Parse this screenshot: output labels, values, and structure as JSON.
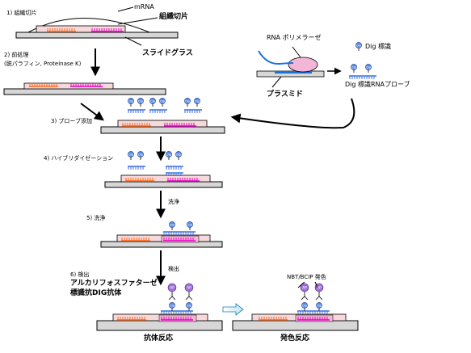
{
  "labels": {
    "step1": "1) 組織切片",
    "mrna": "mRNA",
    "tissue_section": "組織切片",
    "slide_glass": "スライドグラス",
    "step2_line1": "2) 前処理",
    "step2_line2": "(脱パラフィン, Proteinase K)",
    "step3": "3) プローブ添加",
    "step4": "4) ハイブリダイゼーション",
    "wash_arrow": "洗浄",
    "step5": "5) 洗浄",
    "step6": "6) 検出",
    "detect_arrow": "検出",
    "antibody_line1": "アルカリフォスファターゼ",
    "antibody_line2": "標識抗DIG抗体",
    "antibody_reaction": "抗体反応",
    "nbt_label": "NBT/BCIP 発色",
    "color_reaction": "発色反応",
    "rna_polymerase": "RNA ポリメラーゼ",
    "plasmid": "プラスミド",
    "dig_label": "Dig 標識",
    "dig_probe": "Dig 標識RNAプローブ"
  },
  "marks": {
    "dig": "Dig",
    "ap": "AP"
  },
  "colors": {
    "orange": "#FF6A1A",
    "magenta": "#E800C8",
    "blue": "#3D6FE0",
    "section_fill": "#F7D9DC",
    "pink_fill": "#F4B6D6",
    "dig_blue": "#5A8BE0",
    "ap_purple": "#A070D8",
    "gray": "#D7D7D7"
  }
}
